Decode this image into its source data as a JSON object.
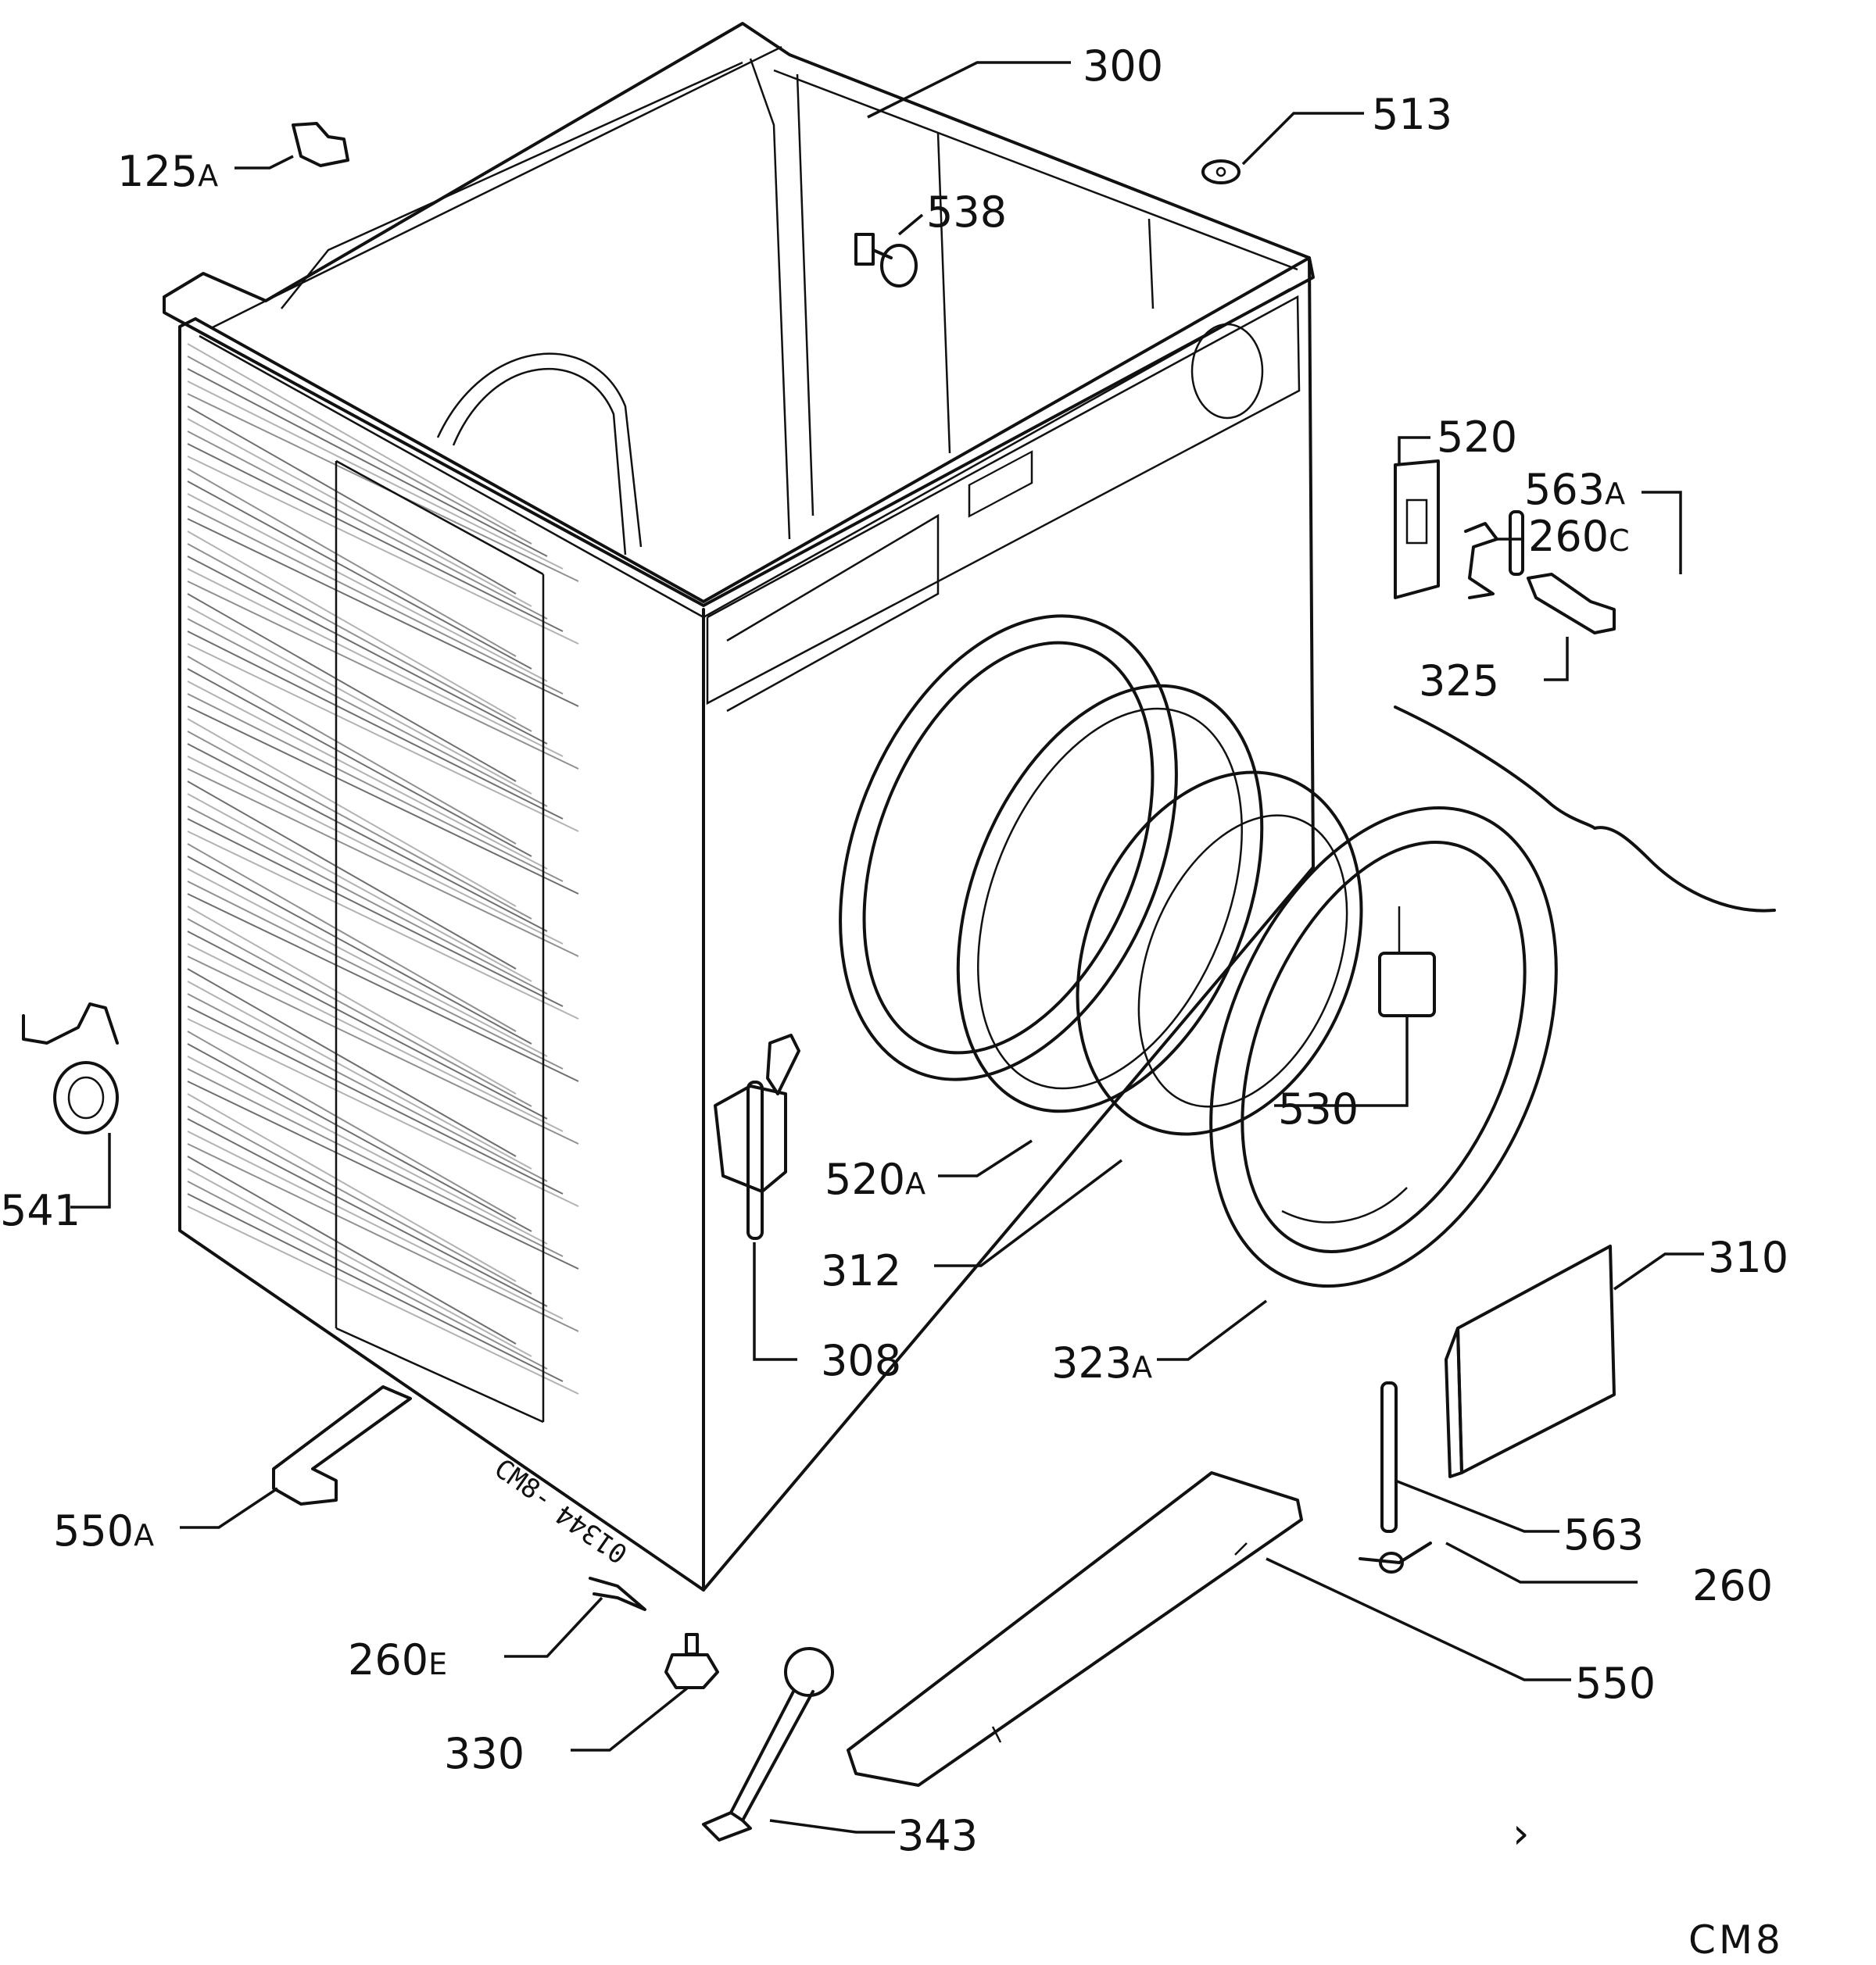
{
  "diagram": {
    "drawing_code": "CM8",
    "stamp": "CM8-",
    "stamp_number": "01344",
    "mark": "›"
  },
  "parts": {
    "p300": {
      "number": "300",
      "suffix": ""
    },
    "p513": {
      "number": "513",
      "suffix": ""
    },
    "p125A": {
      "number": "125",
      "suffix": "A"
    },
    "p538": {
      "number": "538",
      "suffix": ""
    },
    "p520": {
      "number": "520",
      "suffix": ""
    },
    "p563A": {
      "number": "563",
      "suffix": "A"
    },
    "p260C": {
      "number": "260",
      "suffix": "C"
    },
    "p325": {
      "number": "325",
      "suffix": ""
    },
    "p530": {
      "number": "530",
      "suffix": ""
    },
    "p541": {
      "number": "541",
      "suffix": ""
    },
    "p520A": {
      "number": "520",
      "suffix": "A"
    },
    "p312": {
      "number": "312",
      "suffix": ""
    },
    "p308": {
      "number": "308",
      "suffix": ""
    },
    "p323A": {
      "number": "323",
      "suffix": "A"
    },
    "p310": {
      "number": "310",
      "suffix": ""
    },
    "p563": {
      "number": "563",
      "suffix": ""
    },
    "p260": {
      "number": "260",
      "suffix": ""
    },
    "p550A": {
      "number": "550",
      "suffix": "A"
    },
    "p260E": {
      "number": "260",
      "suffix": "E"
    },
    "p550": {
      "number": "550",
      "suffix": ""
    },
    "p330": {
      "number": "330",
      "suffix": ""
    },
    "p343": {
      "number": "343",
      "suffix": ""
    }
  }
}
